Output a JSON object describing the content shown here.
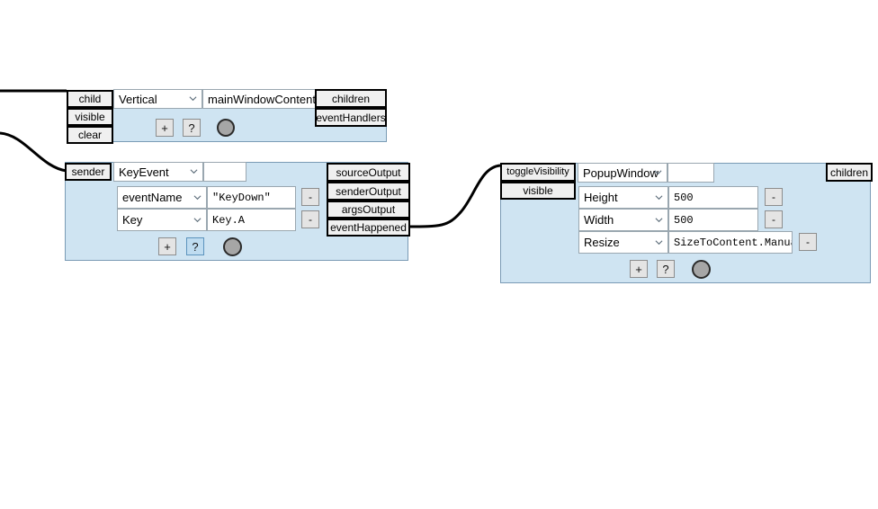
{
  "canvas": {
    "background": "#ffffff",
    "node_fill": "#cfe4f2",
    "port_fill": "#f0f0f0",
    "wire_color": "#000000",
    "highlight": "#bfdcf0"
  },
  "nodes": [
    {
      "id": "main-window-contents",
      "type_label": "Vertical",
      "name_value": "mainWindowContents",
      "inputs": [
        {
          "label": "child"
        },
        {
          "label": "visible"
        },
        {
          "label": "clear"
        }
      ],
      "outputs": [
        {
          "label": "children"
        },
        {
          "label": "eventHandlers"
        }
      ],
      "properties": [],
      "buttons": {
        "add_label": "+",
        "help_label": "?",
        "help_highlighted": false
      },
      "knob": "knob-icon"
    },
    {
      "id": "key-event",
      "type_label": "KeyEvent",
      "name_value": "",
      "inputs": [
        {
          "label": "sender"
        }
      ],
      "outputs": [
        {
          "label": "sourceOutput"
        },
        {
          "label": "senderOutput"
        },
        {
          "label": "argsOutput"
        },
        {
          "label": "eventHappened"
        }
      ],
      "properties": [
        {
          "key": "eventName",
          "value": "\"KeyDown\"",
          "remove_label": "-"
        },
        {
          "key": "Key",
          "value": "Key.A",
          "remove_label": "-"
        }
      ],
      "buttons": {
        "add_label": "+",
        "help_label": "?",
        "help_highlighted": true
      },
      "knob": "knob-icon"
    },
    {
      "id": "popup-window",
      "type_label": "PopupWindow",
      "name_value": "",
      "inputs": [
        {
          "label": "toggleVisibility"
        },
        {
          "label": "visible"
        }
      ],
      "outputs": [
        {
          "label": "children"
        }
      ],
      "properties": [
        {
          "key": "Height",
          "value": "500",
          "remove_label": "-"
        },
        {
          "key": "Width",
          "value": "500",
          "remove_label": "-"
        },
        {
          "key": "Resize",
          "value": "SizeToContent.Manual",
          "remove_label": "-"
        }
      ],
      "buttons": {
        "add_label": "+",
        "help_label": "?",
        "help_highlighted": false
      },
      "knob": "knob-icon"
    }
  ],
  "wires": [
    {
      "id": "wire-to-child",
      "from": "offscreen-left",
      "to": "child"
    },
    {
      "id": "wire-to-sender",
      "from": "offscreen-left",
      "to": "sender"
    },
    {
      "id": "wire-eventhappened-to-togglevisibility",
      "from": "eventHappened",
      "to": "toggleVisibility"
    }
  ]
}
